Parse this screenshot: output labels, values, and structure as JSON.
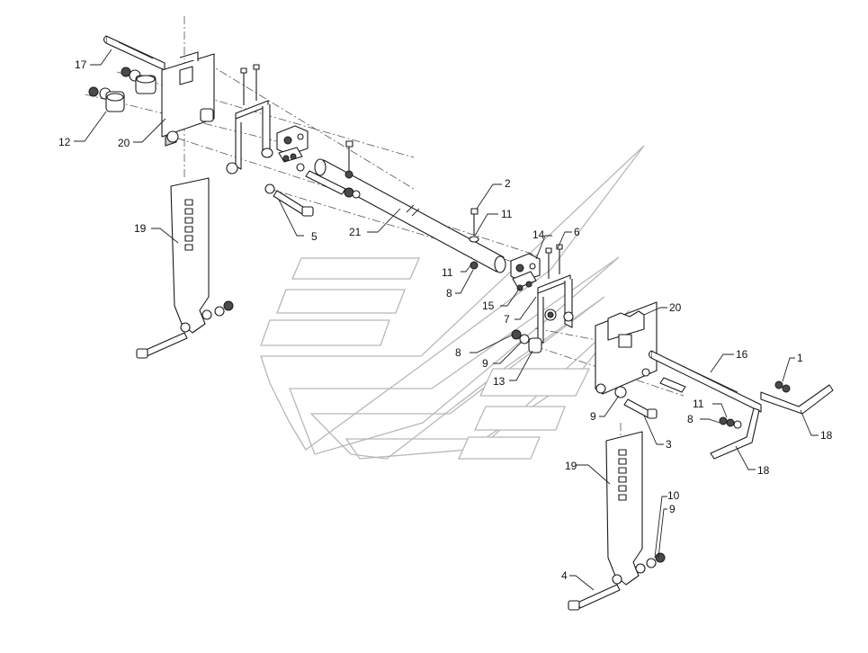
{
  "callouts": {
    "c1": "1",
    "c2": "2",
    "c3": "3",
    "c4": "4",
    "c5": "5",
    "c6": "6",
    "c7": "7",
    "c8a": "8",
    "c8b": "8",
    "c8c": "8",
    "c9a": "9",
    "c9b": "9",
    "c9c": "9",
    "c10": "10",
    "c11a": "11",
    "c11b": "11",
    "c11c": "11",
    "c12": "12",
    "c13": "13",
    "c14": "14",
    "c15": "15",
    "c16": "16",
    "c17": "17",
    "c18a": "18",
    "c18b": "18",
    "c19a": "19",
    "c19b": "19",
    "c20a": "20",
    "c20b": "20",
    "c21": "21"
  }
}
